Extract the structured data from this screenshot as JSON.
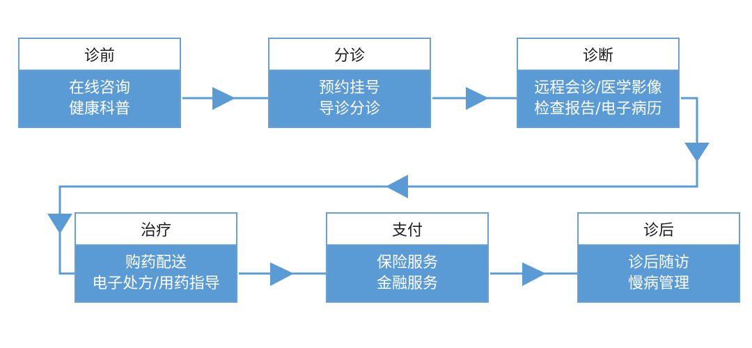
{
  "stages": [
    {
      "title": "诊前",
      "lines": [
        "在线咨询",
        "健康科普"
      ]
    },
    {
      "title": "分诊",
      "lines": [
        "预约挂号",
        "导诊分诊"
      ]
    },
    {
      "title": "诊断",
      "lines": [
        "远程会诊/医学影像",
        "检查报告/电子病历"
      ]
    },
    {
      "title": "治疗",
      "lines": [
        "购药配送",
        "电子处方/用药指导"
      ]
    },
    {
      "title": "支付",
      "lines": [
        "保险服务",
        "金融服务"
      ]
    },
    {
      "title": "诊后",
      "lines": [
        "诊后随访",
        "慢病管理"
      ]
    }
  ],
  "colors": {
    "accent": "#5b9bd5",
    "border": "#6a9fd1",
    "connector": "#5b9bd5"
  }
}
